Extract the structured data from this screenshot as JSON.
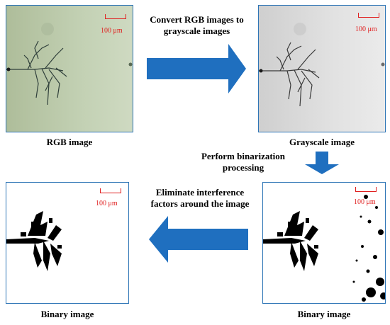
{
  "panels": {
    "rgb": {
      "caption": "RGB image",
      "scale": "100 μm"
    },
    "gray": {
      "caption": "Grayscale image",
      "scale": "100 μm"
    },
    "binary_raw": {
      "caption": "Binary image",
      "scale": "100 μm"
    },
    "binary_clean": {
      "caption": "Binary image",
      "scale": "100 μm"
    }
  },
  "steps": {
    "convert": "Convert RGB images to grayscale images",
    "binarize": "Perform binarization processing",
    "eliminate": "Eliminate interference factors around the image"
  },
  "colors": {
    "arrow": "#1f6fbf",
    "border": "#2e75b6",
    "scale": "#e02020",
    "rgb_bg": "#b7c6a5",
    "gray_bg": "#d8d8d8"
  }
}
